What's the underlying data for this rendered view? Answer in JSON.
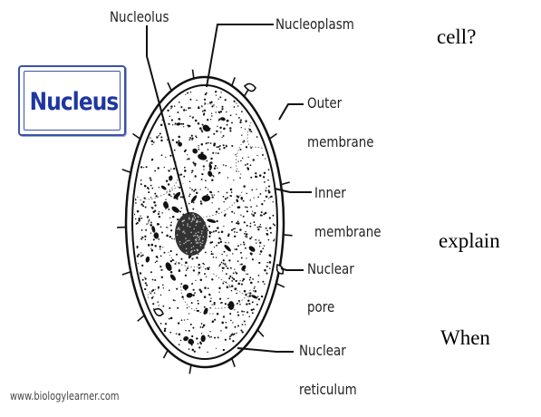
{
  "title": "Nucleus",
  "labels": {
    "nucleolus": "Nucleolus",
    "nucleoplasm": "Nucleoplasm",
    "outer_membrane": [
      "Outer",
      "membrane"
    ],
    "inner_membrane": [
      "Inner",
      "membrane"
    ],
    "nuclear_pore": [
      "Nuclear",
      "pore"
    ],
    "nuclear_reticulum": [
      "Nuclear",
      "reticulum"
    ]
  },
  "website": "www.biologylearner.com",
  "side_text": [
    "cell?",
    "explain",
    "When"
  ],
  "colors": {
    "title": "#1f36a0",
    "box_border": "#3b52a8",
    "ink": "#111111"
  }
}
